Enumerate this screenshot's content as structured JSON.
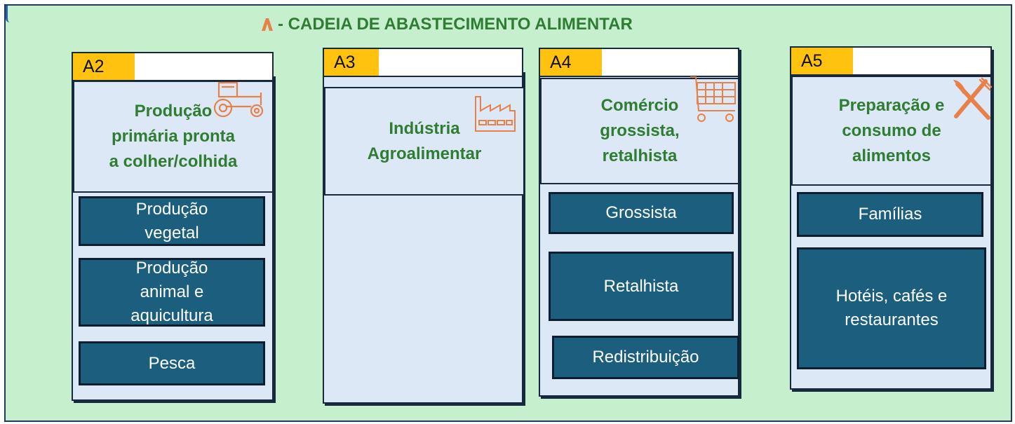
{
  "title": {
    "letter": "A",
    "text": "- CADEIA DE ABASTECIMENTO ALIMENTAR"
  },
  "colors": {
    "background": "#c6efce",
    "card": "#dce8f5",
    "tab": "#fec20f",
    "item": "#1b5e7e",
    "heading": "#2e7d32",
    "icon": "#e8804a",
    "border": "#17293f"
  },
  "columns": [
    {
      "code": "A2",
      "heading_lines": [
        "Produção",
        "primária pronta",
        "a colher/colhida"
      ],
      "icon": "tractor-icon",
      "items": [
        [
          "Produção",
          "vegetal"
        ],
        [
          "Produção",
          "animal e",
          "aquicultura"
        ],
        [
          "Pesca"
        ]
      ]
    },
    {
      "code": "A3",
      "heading_lines": [
        "Indústria",
        "Agroalimentar"
      ],
      "icon": "factory-icon",
      "items": []
    },
    {
      "code": "A4",
      "heading_lines": [
        "Comércio",
        "grossista,",
        "retalhista"
      ],
      "icon": "shopping-cart-icon",
      "items": [
        [
          "Grossista"
        ],
        [
          "Retalhista"
        ],
        [
          "Redistribuição"
        ]
      ]
    },
    {
      "code": "A5",
      "heading_lines": [
        "Preparação e",
        "consumo de",
        "alimentos"
      ],
      "icon": "fork-knife-icon",
      "items": [
        [
          "Famílias"
        ],
        [
          "Hotéis, cafés e",
          "restaurantes"
        ]
      ]
    }
  ]
}
